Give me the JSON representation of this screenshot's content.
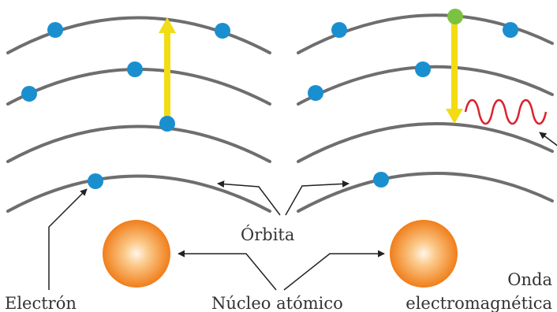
{
  "labels": {
    "orbit": "Órbita",
    "electron": "Electrón",
    "nucleus": "Núcleo atómico",
    "wave_line1": "Onda",
    "wave_line2": "electromagnética"
  },
  "colors": {
    "orbit": "#6e6e6e",
    "electron": "#1a8fd0",
    "excited_electron": "#7cc242",
    "transition_arrow": "#f2dc14",
    "wave": "#d9242f",
    "nucleus_center": "#fff6e8",
    "nucleus_edge": "#f07e1a",
    "pointer": "#222222"
  }
}
